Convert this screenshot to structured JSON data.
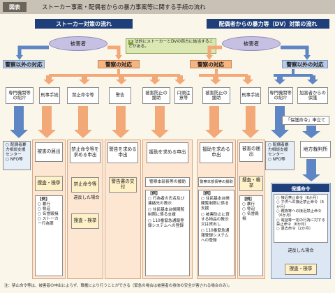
{
  "title_bar": {
    "tag": "図表",
    "title": "ストーカー事案・配偶者からの暴力事案等に関する手続の流れ"
  },
  "sections": {
    "left": "ストーカー対策の流れ",
    "right": "配偶者からの暴力等（DV）対策の流れ"
  },
  "center_note": {
    "mark": "※",
    "text": "法的にストーカーとDVの両方に該当することがある。"
  },
  "victim_left": "被害者",
  "victim_right": "被害者",
  "left_nonpolice": "警察以外の対応",
  "left_police": "警察の対応",
  "right_police": "警察の対応",
  "right_nonpolice": "警察以外の対応",
  "row1_left": [
    "専門機関等の紹介",
    "刑事手続",
    "禁止命令等",
    "警告",
    "被害防止の援助",
    "口頭注意等"
  ],
  "row1_right": [
    "被害防止の援助",
    "刑事手続",
    "専門機関等の紹介",
    "加害者からの保護"
  ],
  "protect_order": "「保護命令」申立て",
  "left_agency": [
    "配偶者暴力相談支援センター",
    "NPO等"
  ],
  "right_agency": [
    "配偶者暴力相談支援センター",
    "NPO等"
  ],
  "court": "地方裁判所",
  "lower_left": {
    "col1": {
      "head": "被害の届出",
      "sub": "捜査・検挙",
      "list_title": "【例】",
      "items": [
        "暴行",
        "脅迫",
        "名誉毀損",
        "ストーカー行為罪"
      ]
    },
    "col2": {
      "head": "禁止命令等を求める申出",
      "sub": "禁止命令等",
      "cond": "違反した場合",
      "sub2": "捜査・検挙"
    },
    "col3": {
      "head": "警告を求める申出",
      "sub": "警告書の交付"
    },
    "col4": {
      "head": "援助を求める申出",
      "sub": "警察本部長等の援助",
      "list_title": "【例】",
      "items": [
        "行為者の氏名及び連絡先の教示",
        "住民基本台帳閲覧制限に係る支援",
        "110番緊急通報登録システムへの登録"
      ]
    }
  },
  "lower_right": {
    "col1": {
      "head": "援助を求める申出",
      "sub": "警察本部長等の援助",
      "list_title": "【例】",
      "items": [
        "住民基本台帳閲覧制限に係る支援",
        "被害防止に資する物品の教示又は貸出し",
        "110番緊急通報登録システムへの登録"
      ]
    },
    "col2": {
      "head": "被害の届出",
      "sub": "捜査・検挙",
      "list_title": "【例】",
      "items": [
        "暴行",
        "脅迫",
        "名誉毀損"
      ]
    },
    "col3": {
      "title": "保護命令",
      "items": [
        "接近禁止命令（6か月）",
        "子供への接近禁止命令（6か月）",
        "親族等への接近禁止命令（6か月）",
        "電話等一定の行為に対する禁止命令（6か月）",
        "退去命令（2か月）"
      ],
      "cond": "違反した場合",
      "sub": "捜査・検挙"
    }
  },
  "footnote": "注：禁止命令等は、被害者の申出によらず、職権により行うことができる（緊急の場合は被害者の身体の安全が害される場合のみ）。",
  "colors": {
    "orange": "#f3a877",
    "blue_arrow": "#5f86c4",
    "navy": "#1f3f7a",
    "peach": "#f8d3b3",
    "blue_light": "#c9d8ee"
  },
  "icons": {
    "bullet": "circle-bullet",
    "arrow": "arrow-down-icon"
  }
}
